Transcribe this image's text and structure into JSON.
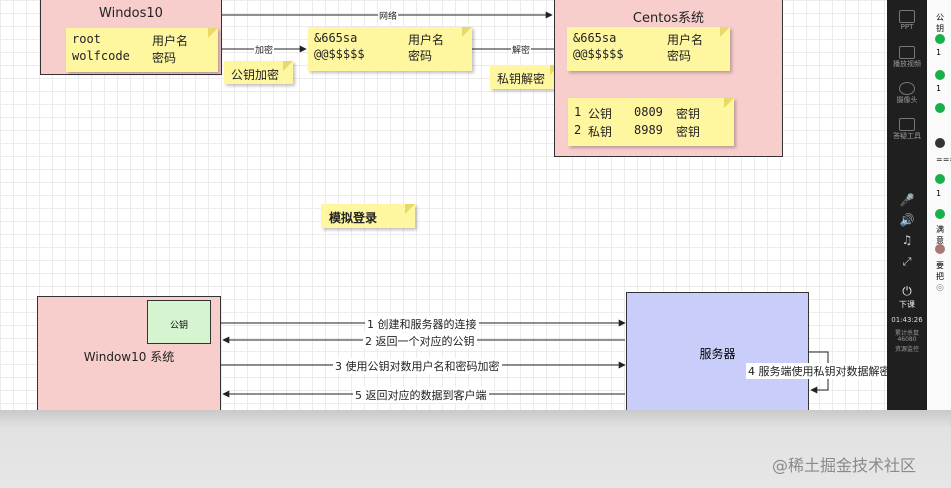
{
  "top": {
    "left_window_title": "Windos10",
    "right_window_title": "Centos系统",
    "network_label": "网络",
    "encrypt_label": "加密",
    "decrypt_label": "解密",
    "left_note": [
      {
        "a": "root",
        "b": "用户名"
      },
      {
        "a": "wolfcode",
        "b": "密码"
      }
    ],
    "middle_note": [
      {
        "a": "&665sa",
        "b": "用户名"
      },
      {
        "a": "@@$$$$$",
        "b": "密码"
      }
    ],
    "right_note": [
      {
        "a": "&665sa",
        "b": "用户名"
      },
      {
        "a": "@@$$$$$",
        "b": "密码"
      }
    ],
    "pubkey_encrypt_note": "公钥加密",
    "privkey_decrypt_note": "私钥解密",
    "key_table": [
      {
        "n": "1",
        "k": "公钥",
        "v": "0809",
        "t": "密钥"
      },
      {
        "n": "2",
        "k": "私钥",
        "v": "8989",
        "t": "密钥"
      }
    ],
    "sim_login_note": "模拟登录"
  },
  "bottom": {
    "client_title": "Window10 系统",
    "client_key": "公钥",
    "server_title": "服务器",
    "msg1": "1 创建和服务器的连接",
    "msg2": "2 返回一个对应的公钥",
    "msg3": "3 使用公钥对数用户名和密码加密",
    "msg4": "4 服务端使用私钥对数据解密",
    "msg5": "5 返回对应的数据到客户端"
  },
  "sidebar": {
    "items": [
      "PPT",
      "播放视频",
      "摄像头",
      "答疑工具"
    ],
    "bottom_label": "下课",
    "time": "01:43:26",
    "stats1": "累计杀鼠",
    "stats2": "46080",
    "stats3": "资源监控"
  },
  "chat": {
    "top": "公钥",
    "c1": "1",
    "c2": "1",
    "c3": "===",
    "c4": "1",
    "c5": "满意",
    "c6": "要把"
  },
  "watermark": "@稀土掘金技术社区",
  "colors": {
    "window_fill": "#f8cecc",
    "note_fill": "#fff6a0",
    "key_fill": "#d5f5d0",
    "server_fill": "#c8cdfa",
    "pen": "#e0201b"
  }
}
